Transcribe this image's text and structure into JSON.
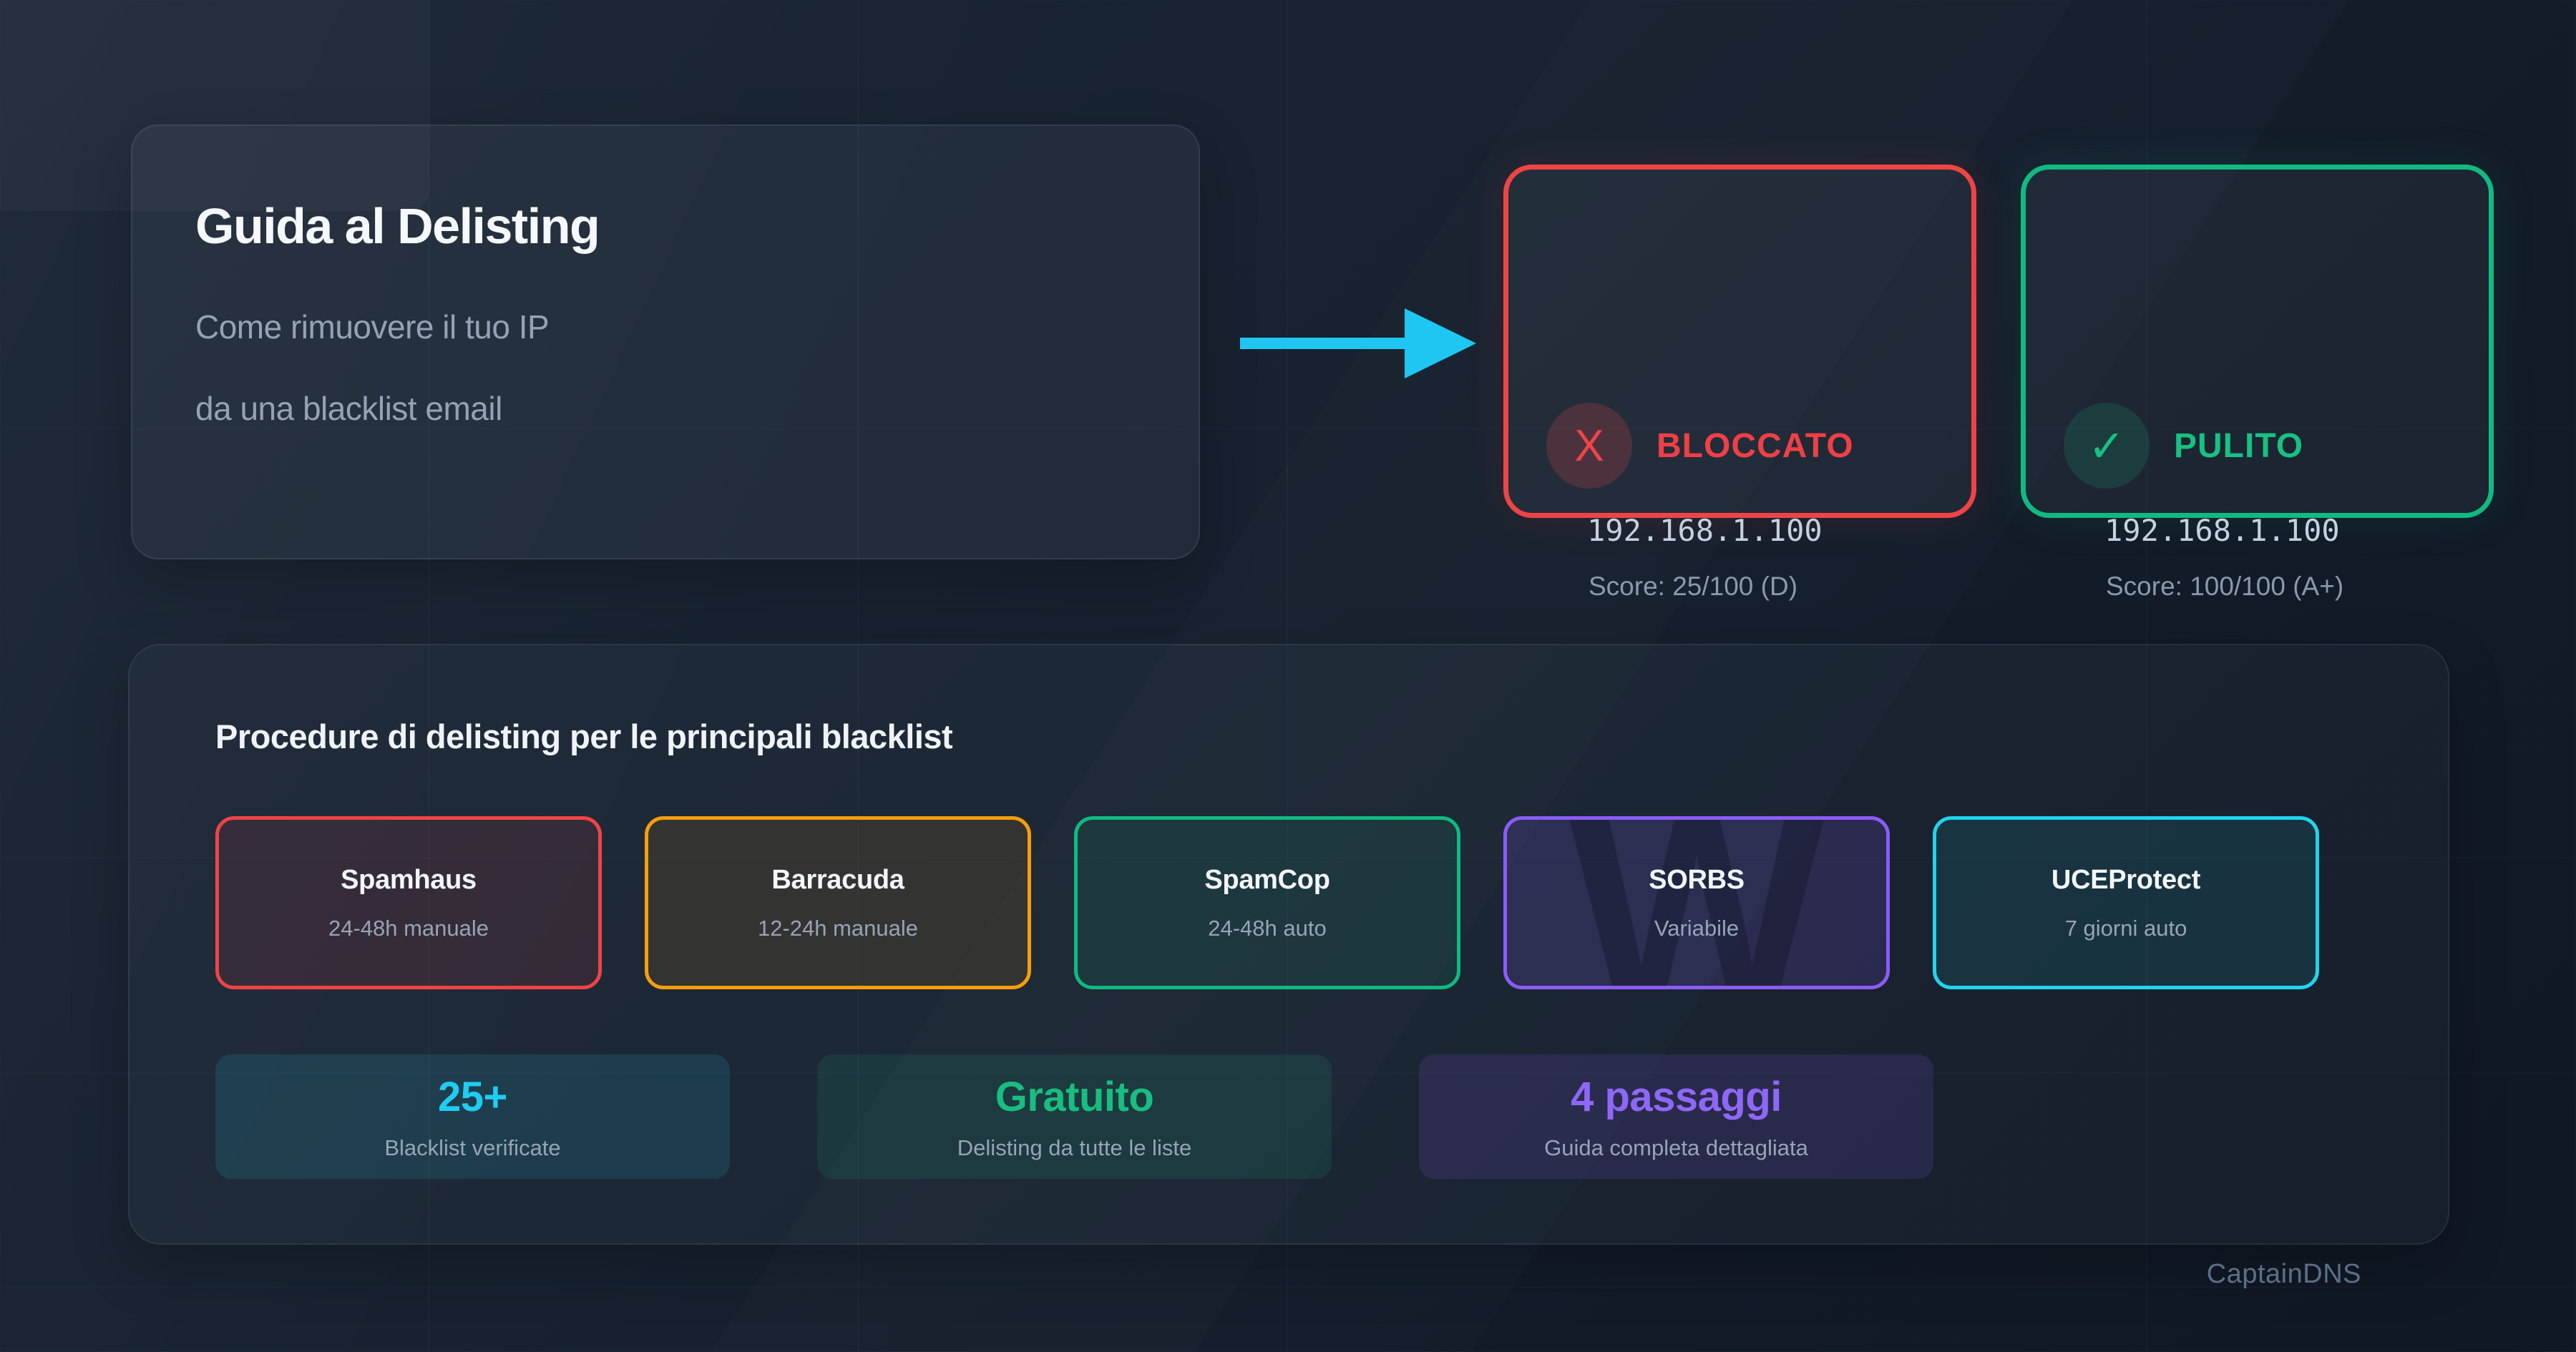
{
  "hero": {
    "title": "Guida al Delisting",
    "subtitle_line1": "Come rimuovere il tuo IP",
    "subtitle_line2": "da una blacklist email"
  },
  "comparison": {
    "blocked": {
      "icon": "X",
      "label": "BLOCCATO",
      "ip": "192.168.1.100",
      "score": "Score: 25/100 (D)"
    },
    "clean": {
      "icon": "✓",
      "label": "PULITO",
      "ip": "192.168.1.100",
      "score": "Score: 100/100 (A+)"
    }
  },
  "procedures": {
    "heading": "Procedure di delisting per le principali blacklist",
    "blacklists": [
      {
        "name": "Spamhaus",
        "time": "24-48h manuale",
        "accent": "#ef4444"
      },
      {
        "name": "Barracuda",
        "time": "12-24h manuale",
        "accent": "#f59e0b"
      },
      {
        "name": "SpamCop",
        "time": "24-48h auto",
        "accent": "#10b981"
      },
      {
        "name": "SORBS",
        "time": "Variabile",
        "accent": "#8b5cf6",
        "watermark": "W"
      },
      {
        "name": "UCEProtect",
        "time": "7 giorni auto",
        "accent": "#22d3ee"
      }
    ],
    "stats": [
      {
        "value": "25+",
        "label": "Blacklist verificate",
        "accent": "#22d3ee"
      },
      {
        "value": "Gratuito",
        "label": "Delisting da tutte le liste",
        "accent": "#10b981"
      },
      {
        "value": "4 passaggi",
        "label": "Guida completa dettagliata",
        "accent": "#8b5cf6"
      }
    ]
  },
  "footer": {
    "brand": "CaptainDNS"
  },
  "colors": {
    "background": "#17212f",
    "panel": "#212c3c",
    "red": "#ef4444",
    "green": "#10b981",
    "orange": "#f59e0b",
    "purple": "#8b5cf6",
    "cyan": "#22d3ee",
    "arrow": "#1fc6f2",
    "text_primary": "#f5f8fc",
    "text_muted": "#94a2b6"
  }
}
